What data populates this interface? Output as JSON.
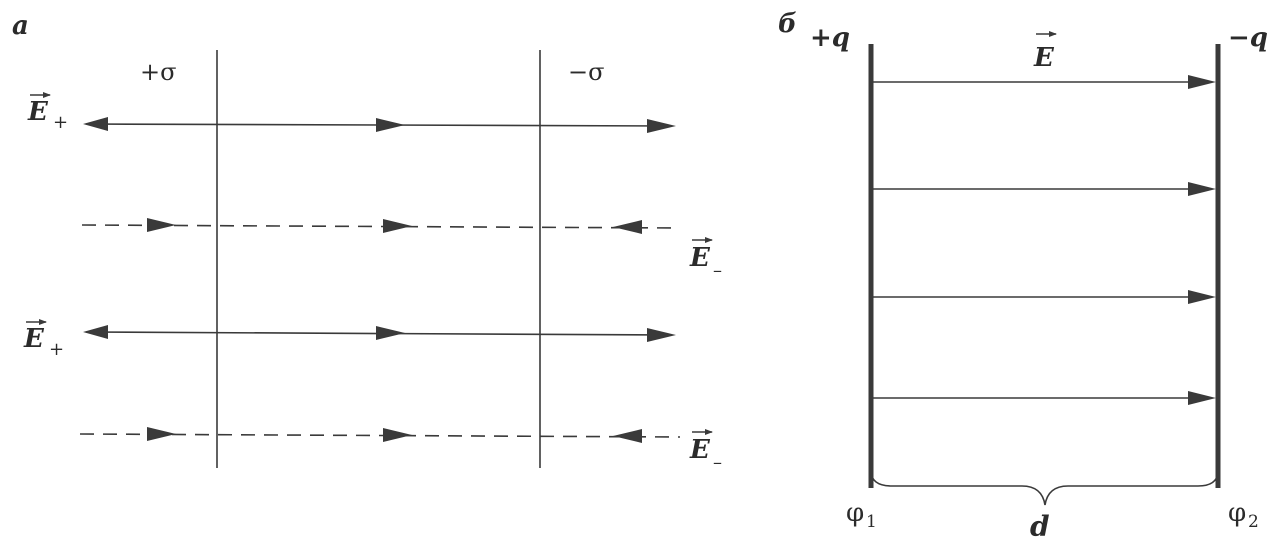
{
  "panel_a": {
    "letter": "а",
    "plate_left_label": "+σ",
    "plate_right_label": "−σ",
    "e_plus_label": "E",
    "e_plus_sub": "+",
    "e_minus_label": "E",
    "e_minus_sub": "–"
  },
  "panel_b": {
    "letter": "б",
    "charge_left": "+q",
    "charge_right": "−q",
    "field_label": "E",
    "phi_left": "φ",
    "phi_left_sub": "1",
    "phi_right": "φ",
    "phi_right_sub": "2",
    "distance_label": "d"
  }
}
